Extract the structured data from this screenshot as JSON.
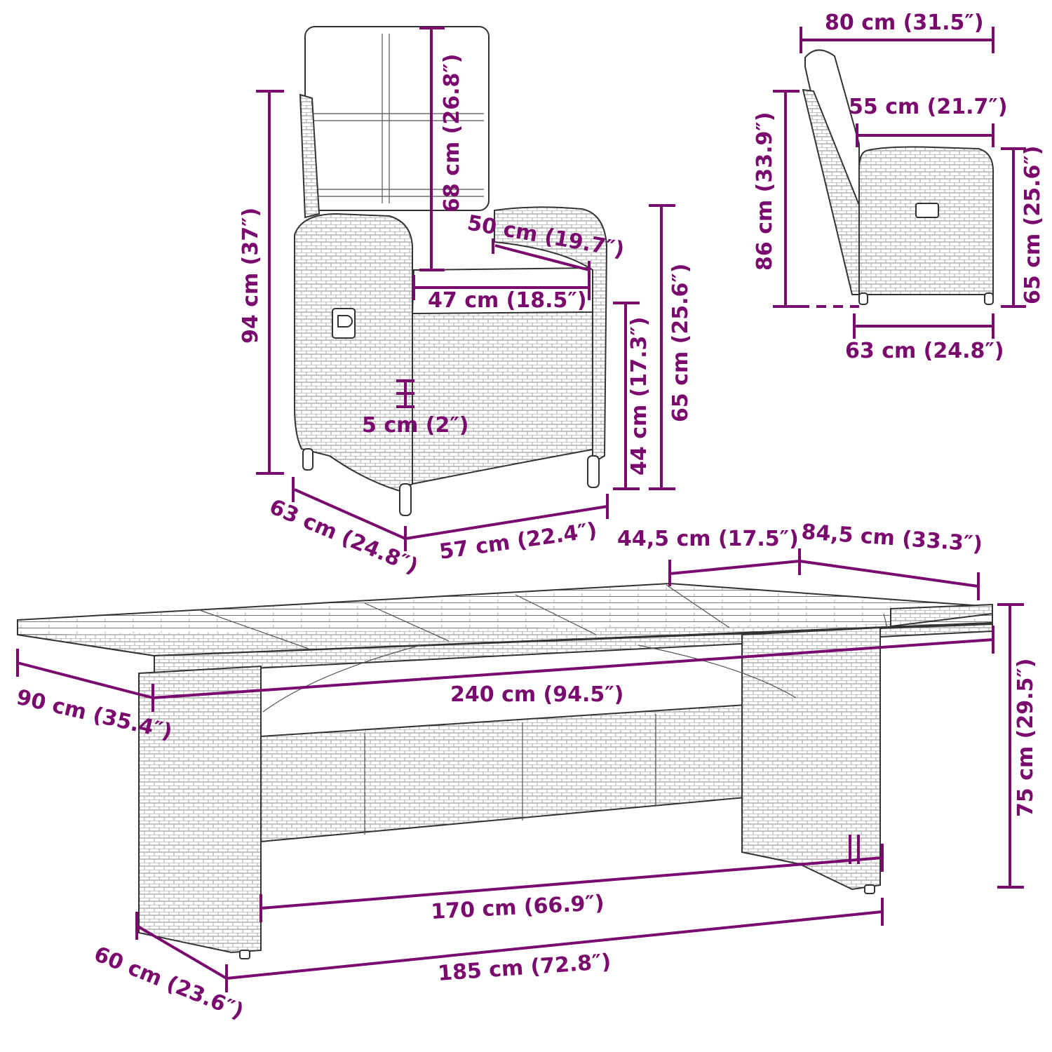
{
  "colors": {
    "dimension": "#7a0a6e",
    "outline": "#333333",
    "background": "#ffffff"
  },
  "chair_front": {
    "height_total": "94 cm (37″)",
    "backrest_height": "68 cm (26.8″)",
    "seat_depth": "50 cm (19.7″)",
    "seat_width": "47 cm (18.5″)",
    "seat_height": "44 cm (17.3″)",
    "armrest_height": "65 cm (25.6″)",
    "cushion_thickness": "5 cm (2″)",
    "depth": "63 cm (24.8″)",
    "width": "57 cm (22.4″)"
  },
  "chair_side": {
    "reclined_length": "80 cm (31.5″)",
    "seat_depth": "55 cm (21.7″)",
    "reclined_height": "86 cm (33.9″)",
    "armrest_height": "65 cm (25.6″)",
    "depth": "63 cm (24.8″)"
  },
  "table": {
    "top_section_1": "44,5 cm (17.5″)",
    "top_section_2": "84,5 cm (33.3″)",
    "length": "240 cm (94.5″)",
    "width": "90 cm (35.4″)",
    "height": "75 cm (29.5″)",
    "inner_leg_clearance": "170 cm (66.9″)",
    "base_length": "185 cm (72.8″)",
    "base_width": "60 cm (23.6″)"
  }
}
